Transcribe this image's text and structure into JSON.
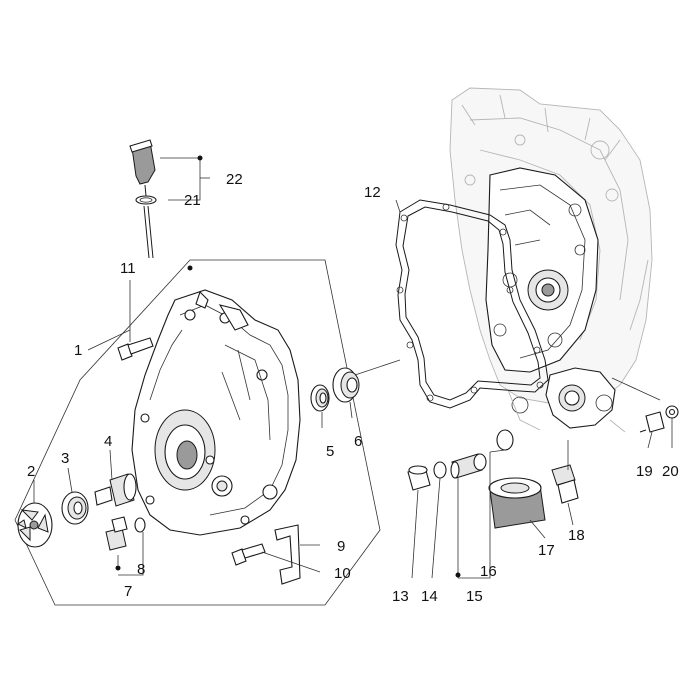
{
  "colors": {
    "line": "#1a1a1a",
    "ghost_line": "#b5b5b5",
    "part_fill": "#ffffff",
    "shade_fill": "#e6e6e6",
    "dark_fill": "#9a9a9a",
    "background": "#ffffff"
  },
  "callouts": {
    "c1": "1",
    "c2": "2",
    "c3": "3",
    "c4": "4",
    "c5": "5",
    "c6": "6",
    "c7": "7",
    "c8": "8",
    "c9": "9",
    "c10": "10",
    "c11": "11",
    "c12": "12",
    "c13": "13",
    "c14": "14",
    "c15": "15",
    "c16": "16",
    "c17": "17",
    "c18": "18",
    "c19": "19",
    "c20": "20",
    "c21": "21",
    "c22": "22"
  }
}
